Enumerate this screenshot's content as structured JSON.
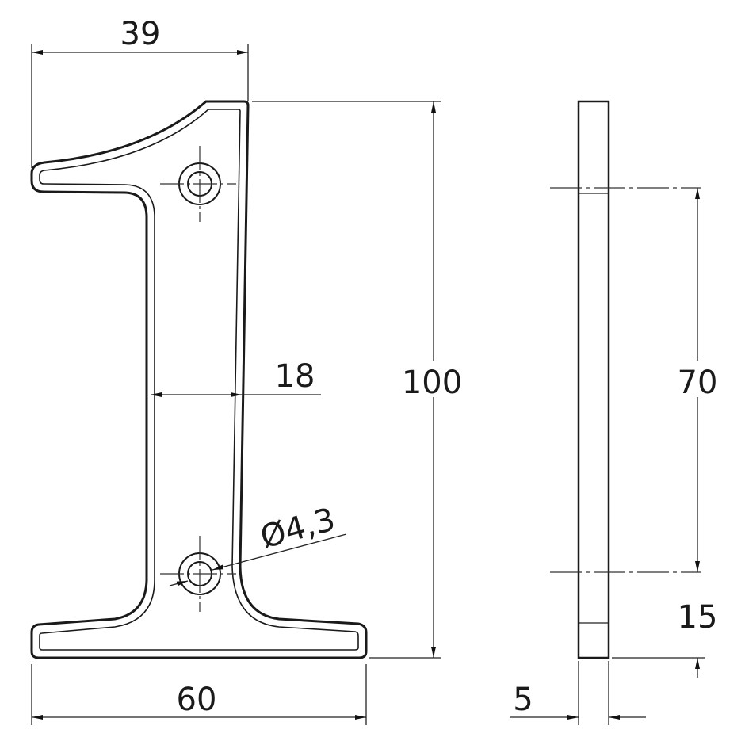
{
  "dimensions": {
    "top_width": "39",
    "height": "100",
    "stem_width": "18",
    "hole_diameter": "Ø4,3",
    "base_width": "60",
    "hole_spacing": "70",
    "bottom_offset": "15",
    "thickness": "5"
  }
}
